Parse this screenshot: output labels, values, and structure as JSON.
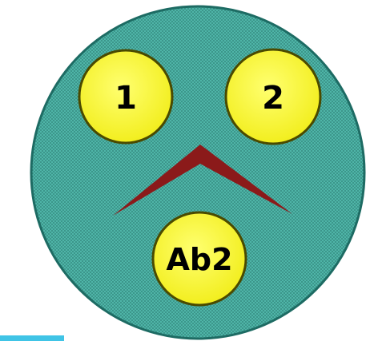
{
  "face": {
    "fill_color": "#4fb5a8",
    "dot_color": "#2f7f76",
    "outline_color": "#1d6b63"
  },
  "circles": [
    {
      "label": "1"
    },
    {
      "label": "2"
    },
    {
      "label": "Ab2"
    }
  ],
  "circle_fill": "#ffff3c",
  "circle_outline": "#4a4a00",
  "chevron_color": "#8b1a1a",
  "bottom_strip_color": "#40c4e6"
}
